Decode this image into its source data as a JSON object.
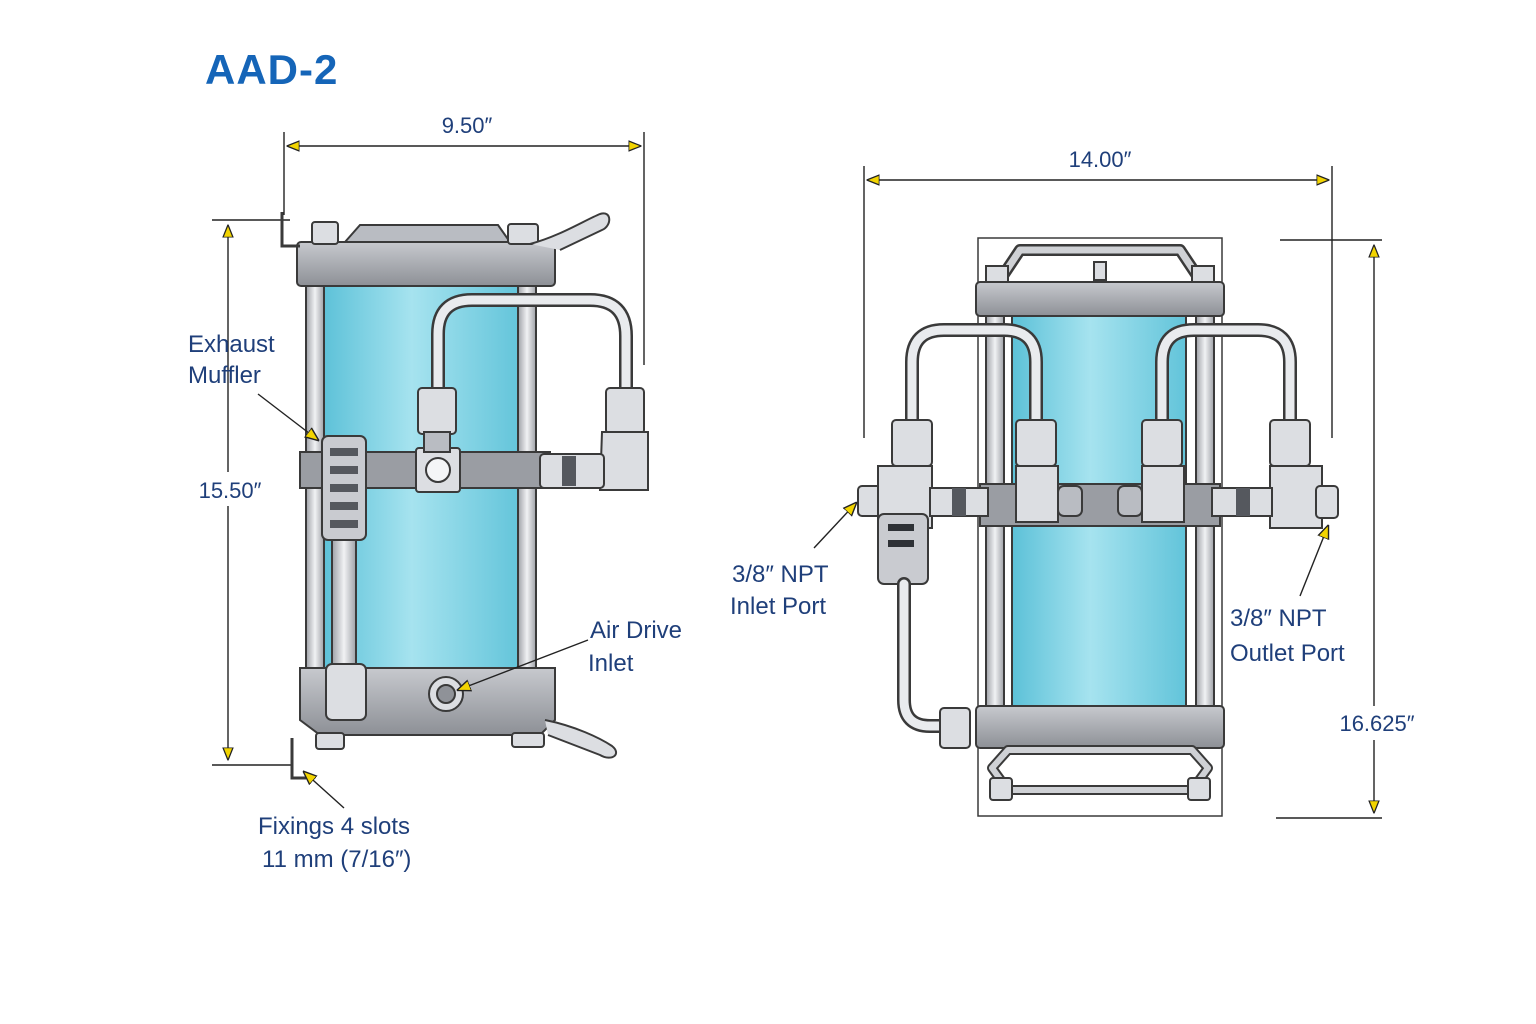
{
  "title": "AAD-2",
  "left_view": {
    "width_dim": "9.50″",
    "height_dim": "15.50″",
    "labels": {
      "exhaust_line1": "Exhaust",
      "exhaust_line2": "Muffler",
      "air_line1": "Air Drive",
      "air_line2": "Inlet",
      "fixings_line1": "Fixings 4 slots",
      "fixings_line2": "11 mm (7/16″)"
    }
  },
  "right_view": {
    "width_dim": "14.00″",
    "height_dim": "16.625″",
    "labels": {
      "inlet_line1": "3/8″ NPT",
      "inlet_line2": "Inlet Port",
      "outlet_line1": "3/8″ NPT",
      "outlet_line2": "Outlet Port"
    }
  },
  "colors": {
    "title": "#1565b8",
    "label": "#1f3f7a",
    "cylinder": "#8fd8e8",
    "metal": "#b9bcc2",
    "arrow_fill": "#f2d400"
  }
}
